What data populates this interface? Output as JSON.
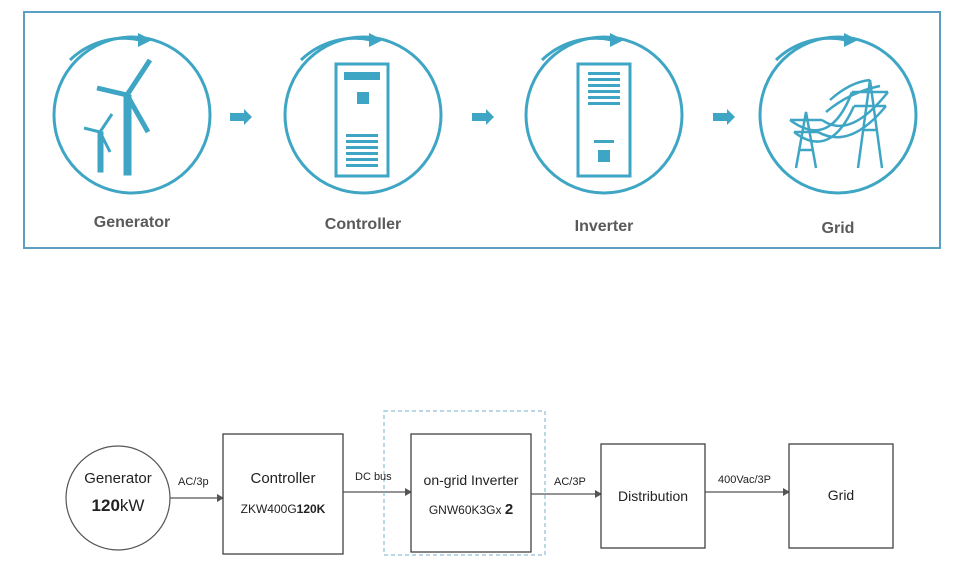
{
  "top_flow": {
    "stages": [
      {
        "label": "Generator",
        "icon": "wind-turbine-icon"
      },
      {
        "label": "Controller",
        "icon": "controller-cabinet-icon"
      },
      {
        "label": "Inverter",
        "icon": "inverter-cabinet-icon"
      },
      {
        "label": "Grid",
        "icon": "power-tower-icon"
      }
    ],
    "colors": {
      "accent": "#3ea6c4",
      "border": "#5a9fc0",
      "label": "#5a5a5a"
    }
  },
  "bottom_flow": {
    "generator": {
      "title": "Generator",
      "power_number": "120",
      "power_unit": "kW"
    },
    "controller": {
      "title": "Controller",
      "model_prefix": "ZKW400G",
      "model_number": "120K"
    },
    "inverter": {
      "title": "on-grid Inverter",
      "model": "GNW60K3Gx",
      "count": "2"
    },
    "distribution": {
      "title": "Distribution"
    },
    "grid": {
      "title": "Grid"
    },
    "links": {
      "gen_to_controller": "AC/3p",
      "controller_to_inverter": "DC bus",
      "inverter_to_distribution": "AC/3P",
      "distribution_to_grid": "400Vac/3P"
    }
  }
}
